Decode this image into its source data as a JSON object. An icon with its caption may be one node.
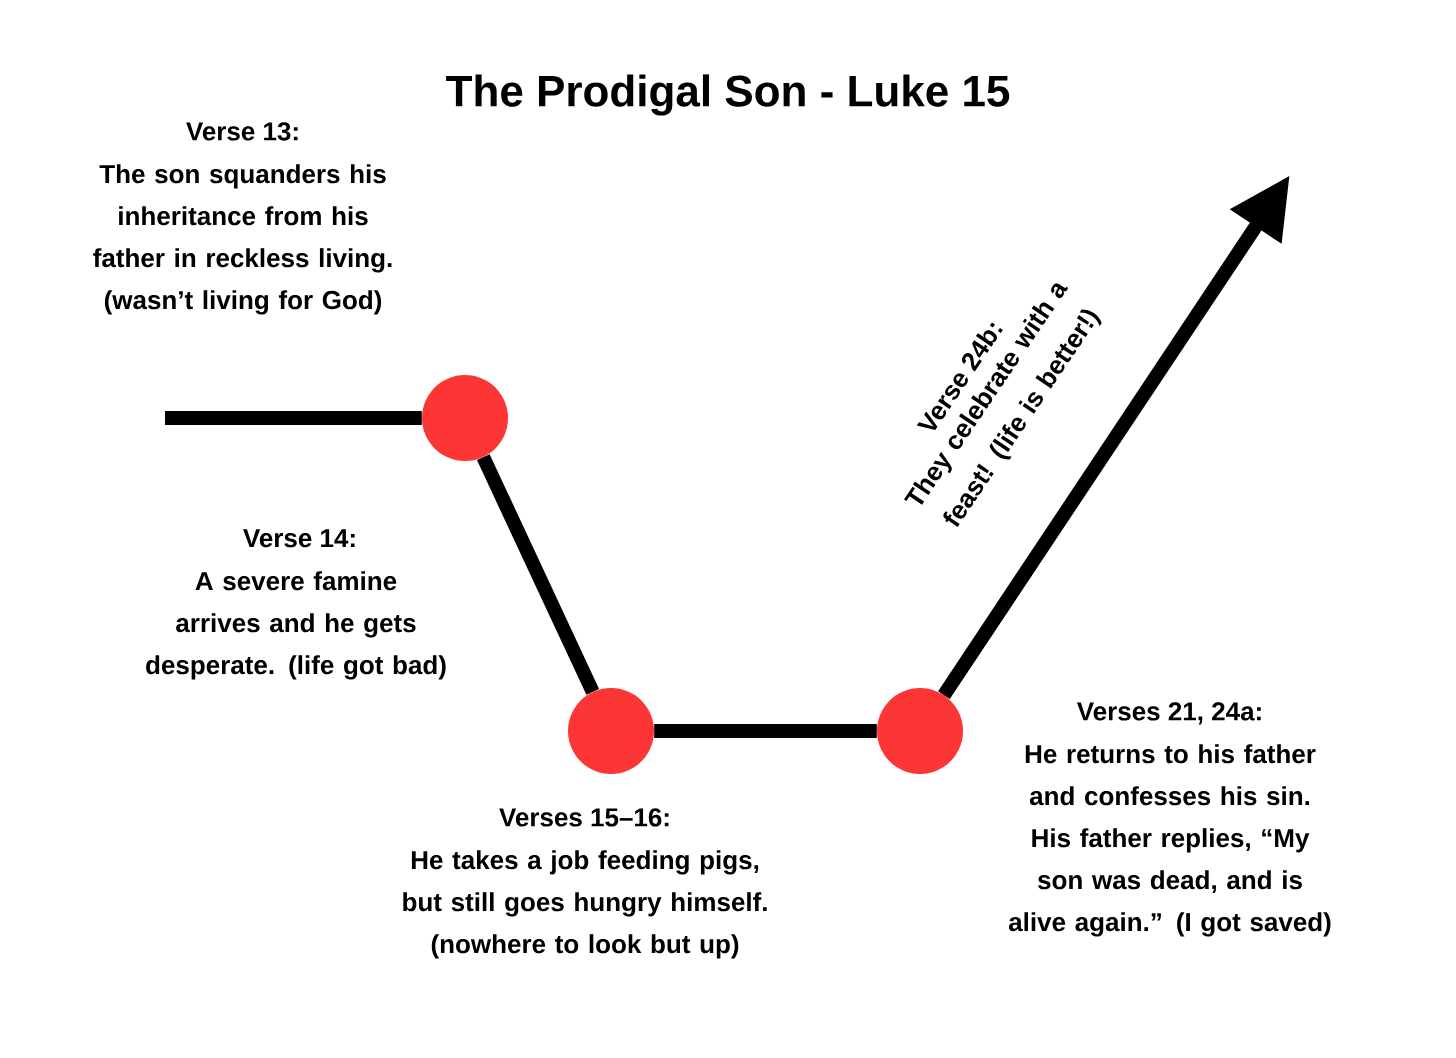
{
  "diagram": {
    "title": "The Prodigal Son - Luke 15",
    "nodes": [
      {
        "text": [],
        "shape": "circle"
      },
      {
        "text": [],
        "shape": "circle"
      },
      {
        "text": [],
        "shape": "circle"
      }
    ],
    "edges": [
      {
        "from": null,
        "to": 0,
        "arrow": "none"
      },
      {
        "from": 0,
        "to": 1,
        "arrow": "none"
      },
      {
        "from": 1,
        "to": 2,
        "arrow": "none"
      },
      {
        "from": 2,
        "to": null,
        "arrow": "to"
      }
    ],
    "labels": [
      "Verse 13:",
      "The son squanders his inheritance from his father in reckless living. (wasn’t living for God)",
      "Verse 14:",
      "A severe famine arrives and he gets desperate. (life got bad)",
      "Verses 15–16:",
      "He takes a job feeding pigs, but still goes hungry himself. (nowhere to look but up)",
      "Verses 21, 24a:",
      "He returns to his father and confesses his sin. His father replies, “My son was dead, and is alive again.” (I got saved)",
      "Verse 24b:",
      "They celebrate with a feast! (life is better!)"
    ]
  }
}
